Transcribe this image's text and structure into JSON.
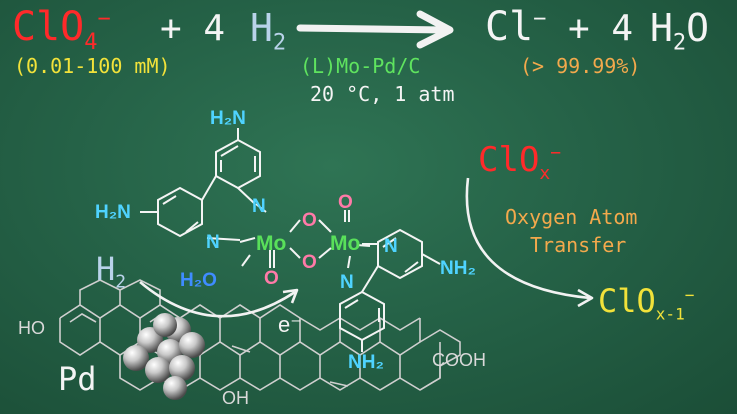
{
  "equation": {
    "reactant": "ClO",
    "reactant_sub": "4",
    "reactant_charge": "−",
    "plus1": "+ 4",
    "h2": "H",
    "h2_sub": "2",
    "product_cl": "Cl",
    "product_charge": "−",
    "plus2": "+ 4",
    "water": "H",
    "water_sub": "2",
    "water_o": "O"
  },
  "conditions": {
    "concentration": "(0.01-100 mM)",
    "catalyst": "(L)Mo-Pd/C",
    "temp_pressure": "20 °C, 1 atm",
    "conversion": "(> 99.99%)"
  },
  "mechanism": {
    "clox": "ClO",
    "clox_sub": "x",
    "clox_charge": "−",
    "oat_line1": "Oxygen Atom",
    "oat_line2": "Transfer",
    "product": "ClO",
    "product_sub": "x-1",
    "product_charge": "−",
    "h2": "H",
    "h2_sub": "2",
    "electron": "e⁻",
    "pd": "Pd"
  },
  "molecule": {
    "nh2_top": "H₂N",
    "nh2_left": "H₂N",
    "nh2_right": "NH₂",
    "nh2_bottom": "NH₂",
    "n1": "N",
    "n2": "N",
    "n3": "N",
    "n4": "N",
    "mo1": "Mo",
    "mo2": "Mo",
    "o_top_a": "O",
    "o_top_b": "O",
    "o_mid_a": "O",
    "o_mid_b": "O",
    "o_bottom": "O",
    "water_h2o": "H₂O"
  },
  "support": {
    "ho": "HO",
    "oh": "OH",
    "cooh": "COOH"
  },
  "colors": {
    "chalk_red": "#ff2a2a",
    "chalk_white": "#f4f4f4",
    "chalk_yellow": "#f2e23a",
    "chalk_green": "#5fe35f",
    "chalk_orange": "#f3a94c",
    "nitrogen": "#4fd3ff",
    "oxygen": "#ff7aa8",
    "molybdenum": "#59e05a"
  }
}
